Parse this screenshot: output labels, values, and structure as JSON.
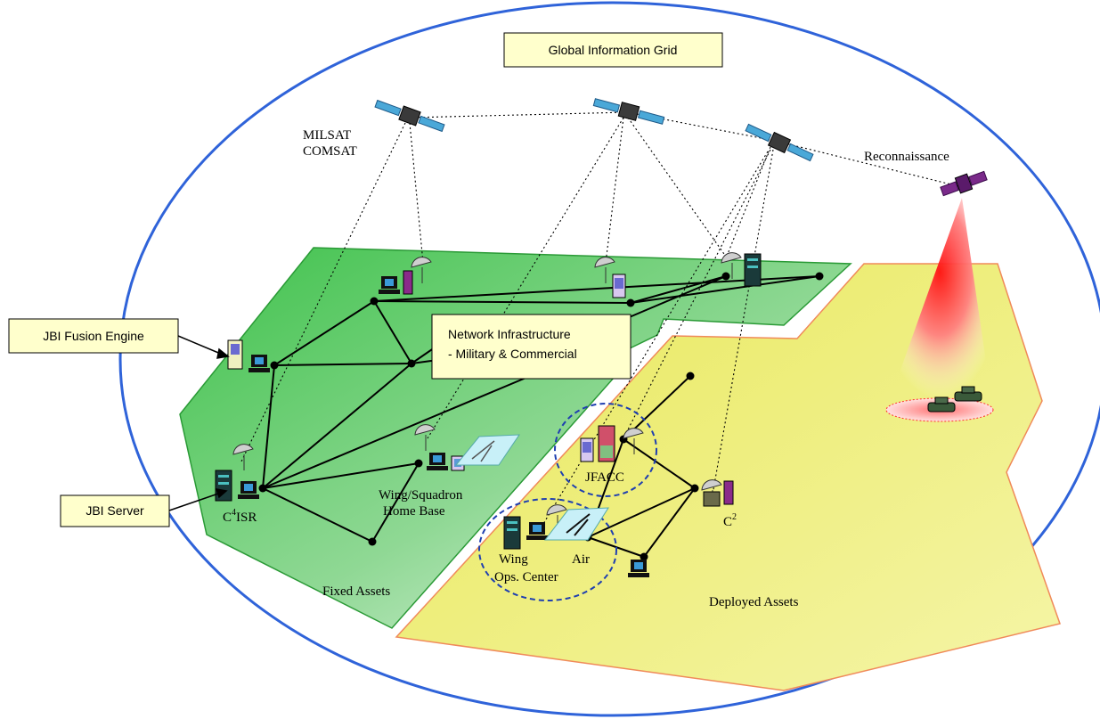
{
  "title": "Global Information Grid",
  "callouts": {
    "fusion_engine": "JBI Fusion Engine",
    "server": "JBI Server",
    "network_line1": "Network Infrastructure",
    "network_line2": "- Military & Commercial"
  },
  "satellites": {
    "milsat": "MILSAT",
    "comsat": "COMSAT",
    "recon": "Reconnaissance"
  },
  "fixed": {
    "c4isr_prefix": "C",
    "c4isr_sup": "4",
    "c4isr_suffix": "ISR",
    "wing_line1": "Wing/Squadron",
    "wing_line2": "Home Base",
    "region_label": "Fixed Assets"
  },
  "deployed": {
    "jfacc": "JFACC",
    "c2_prefix": "C",
    "c2_sup": "2",
    "wing_ops_line1": "Wing",
    "wing_ops_line2": "Ops. Center",
    "air": "Air",
    "region_label": "Deployed Assets"
  },
  "colors": {
    "ellipse": "#2f63d9",
    "green_region": "#4fc85a",
    "yellow_region": "#eeee66",
    "yellow_border": "#f08a5a",
    "callout_fill": "#ffffcc",
    "recon_beam": "#ff2020"
  }
}
